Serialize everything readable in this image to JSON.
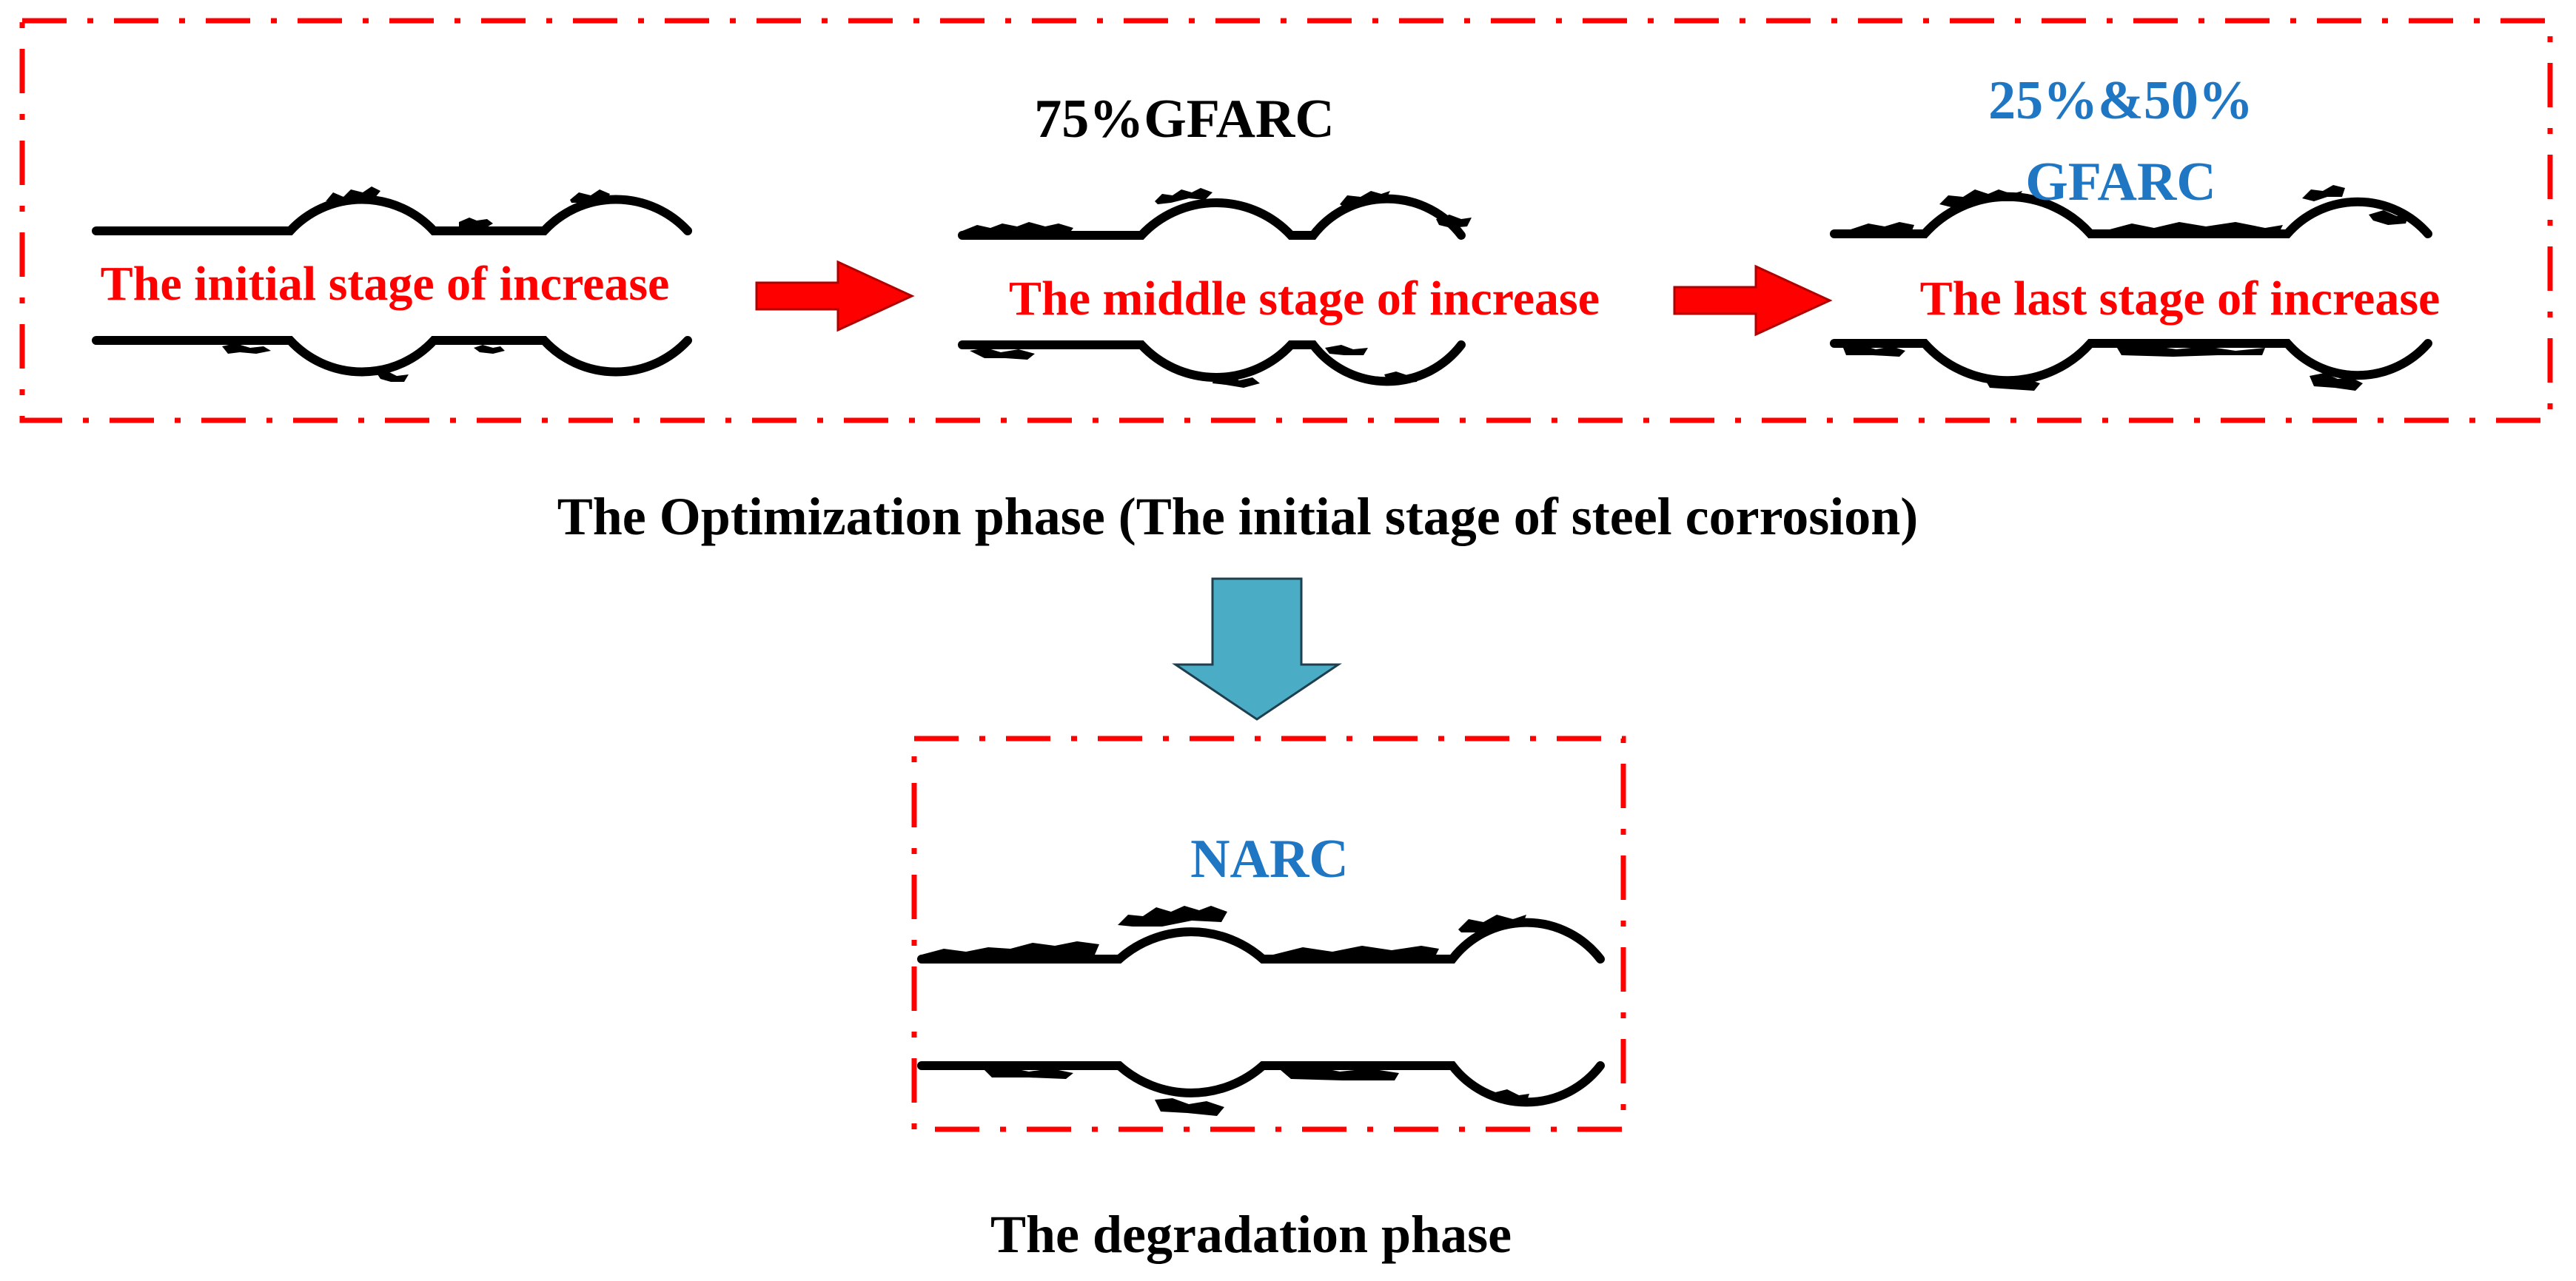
{
  "optimization_phase": {
    "caption": "The Optimization phase (The initial stage of steel corrosion)",
    "stages": [
      {
        "label": "The initial stage of increase",
        "group": ""
      },
      {
        "label": "The middle stage of increase",
        "group": "75%GFARC"
      },
      {
        "label": "The last stage of increase",
        "group_line1": "25%&50%",
        "group_line2": "GFARC"
      }
    ]
  },
  "degradation_phase": {
    "caption": "The degradation phase",
    "group": "NARC"
  },
  "colors": {
    "stage_label": "#ff0000",
    "group_label_blue": "#1f77c4",
    "group_label_black": "#000000",
    "box_border": "#ff0000",
    "stage_arrow": "#ff0000",
    "phase_arrow": "#4bacc6"
  }
}
